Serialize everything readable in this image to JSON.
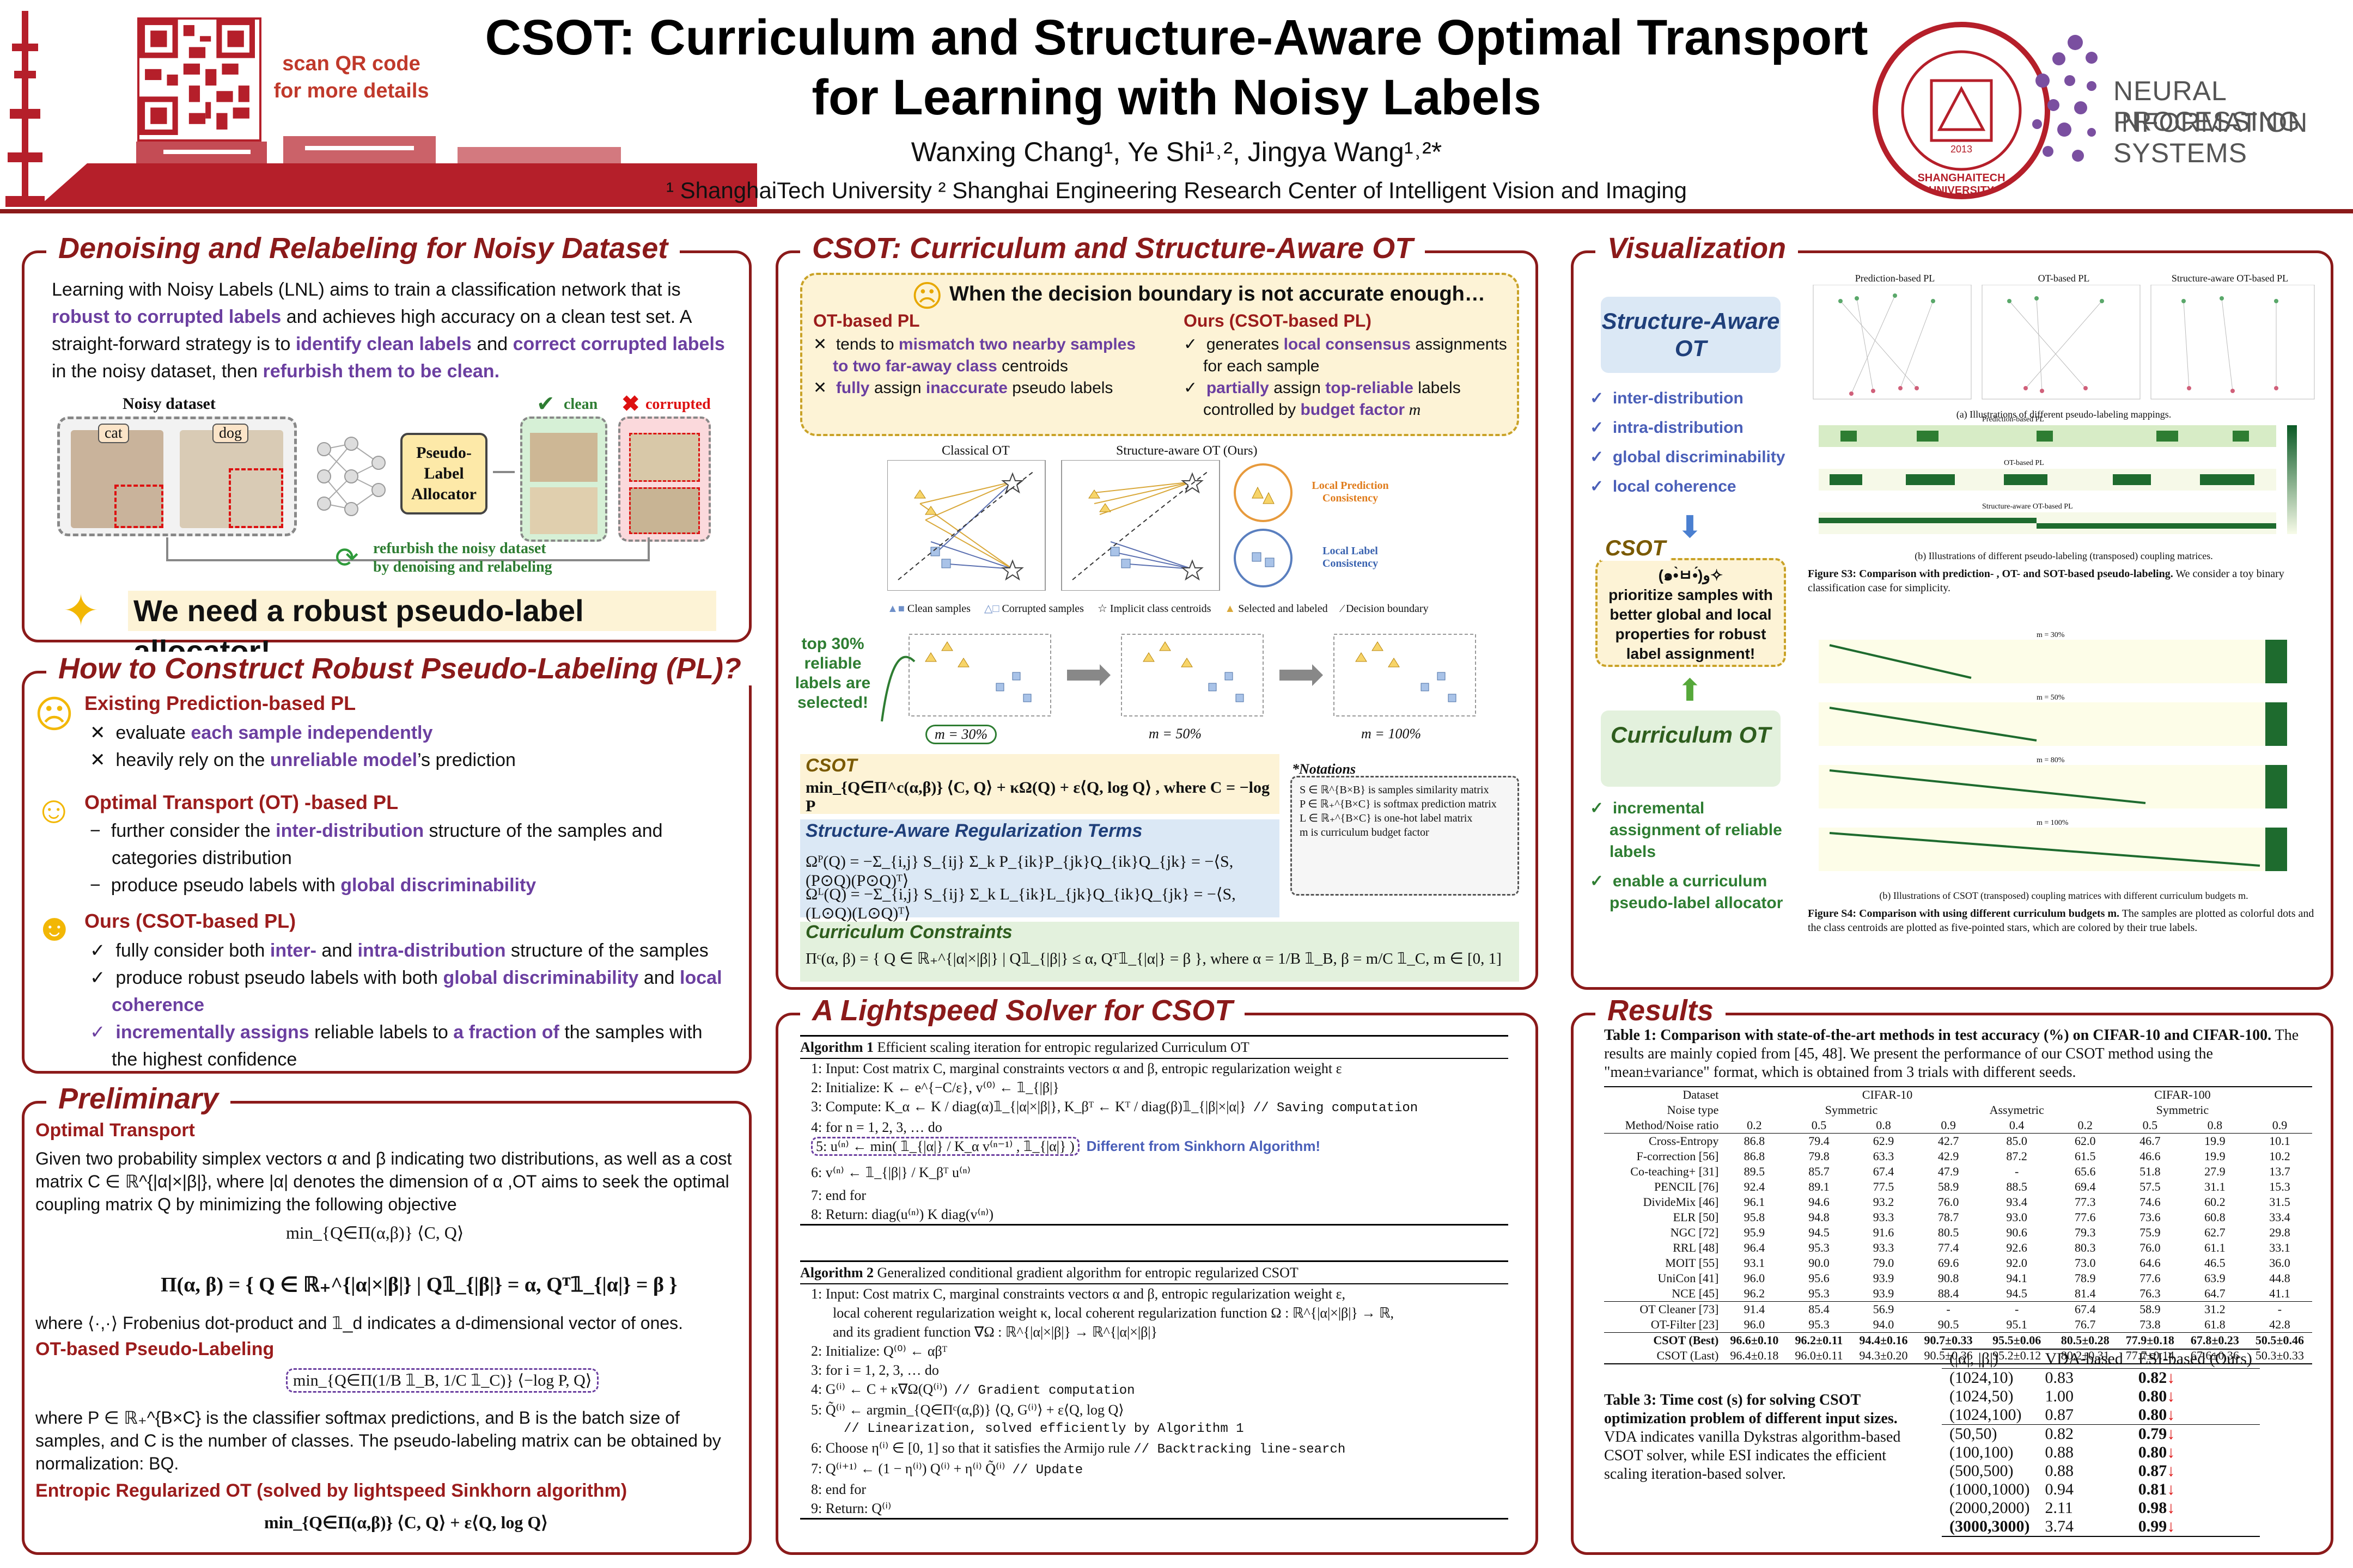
{
  "header": {
    "title_line1": "CSOT: Curriculum and Structure-Aware Optimal Transport",
    "title_line2": "for Learning with Noisy Labels",
    "authors": "Wanxing Chang¹, Ye Shi¹˒², Jingya Wang¹˒²*",
    "affiliations": "¹ ShanghaiTech University  ² Shanghai Engineering Research Center of Intelligent Vision and Imaging",
    "qr_text_1": "scan QR code",
    "qr_text_2": "for more details",
    "logo_university": "SHANGHAITECH UNIVERSITY",
    "logo_university_year": "2013",
    "logo_neurips_1": "NEURAL INFORMATION",
    "logo_neurips_2": "PROCESSING SYSTEMS"
  },
  "denoise": {
    "title": "Denoising and Relabeling for Noisy Dataset",
    "p1a": "Learning with Noisy Labels (LNL) aims to train a classification network that is ",
    "p1b": "robust to corrupted labels",
    "p1c": " and achieves high accuracy on a clean test set.",
    "p2a": "A straight-forward strategy is to ",
    "p2b": "identify clean labels",
    "p2c": " and ",
    "p2d": "correct corrupted labels",
    "p2e": " in the noisy dataset, then ",
    "p2f": "refurbish them to be clean.",
    "fig_noisy": "Noisy dataset",
    "fig_cat": "cat",
    "fig_dog": "dog",
    "fig_allocator": "Pseudo-Label Allocator",
    "fig_clean": "clean",
    "fig_corrupted": "corrupted",
    "fig_refurbish1": "refurbish the noisy dataset",
    "fig_refurbish2": "by denoising and relabeling",
    "banner": "We need a robust pseudo-label allocator!"
  },
  "howto": {
    "title": "How to Construct Robust Pseudo-Labeling (PL)?",
    "s1_title": "Existing Prediction-based PL",
    "s1_b1a": "evaluate ",
    "s1_b1b": "each sample independently",
    "s1_b2a": "heavily rely on the ",
    "s1_b2b": "unreliable model",
    "s1_b2c": "’s prediction",
    "s2_title": "Optimal Transport (OT) -based PL",
    "s2_b1a": "further consider the ",
    "s2_b1b": "inter-distribution",
    "s2_b1c": " structure of the samples and categories distribution",
    "s2_b2a": "produce pseudo labels with ",
    "s2_b2b": "global discriminability",
    "s3_title": "Ours (CSOT-based PL)",
    "s3_b1a": "fully consider both ",
    "s3_b1b": "inter-",
    "s3_b1c": " and ",
    "s3_b1d": "intra-distribution",
    "s3_b1e": " structure of the samples",
    "s3_b2a": "produce robust pseudo labels with both ",
    "s3_b2b": "global discriminability",
    "s3_b2c": " and ",
    "s3_b2d": "local coherence",
    "s3_b3a": "incrementally assigns",
    "s3_b3b": " reliable labels to ",
    "s3_b3c": "a fraction of",
    "s3_b3d": " the samples with the highest confidence"
  },
  "prelim": {
    "title": "Preliminary",
    "ot_title": "Optimal Transport",
    "ot_p1": "Given two probability simplex vectors α and β indicating two distributions, as well as a cost matrix C ∈ ℝ^{|α|×|β|}, where |α| denotes the dimension of α ,OT aims to seek the optimal coupling matrix Q by minimizing the following objective",
    "ot_eq1": "min_{Q∈Π(α,β)} ⟨C, Q⟩",
    "ot_eq2": "Π(α, β) = { Q ∈ ℝ₊^{|α|×|β|} | Q𝟙_{|β|} = α,  Qᵀ𝟙_{|α|} = β }",
    "ot_p2": "where ⟨·,·⟩ Frobenius dot-product and 𝟙_d indicates a d-dimensional vector of ones.",
    "otpl_title": "OT-based Pseudo-Labeling",
    "otpl_eq": "min_{Q∈Π(1/B 𝟙_B, 1/C 𝟙_C)} ⟨−log P, Q⟩",
    "otpl_p": "where P ∈ ℝ₊^{B×C} is the classifier softmax predictions, and B is the batch size of samples, and C is the number of classes. The pseudo-labeling matrix can be obtained by normalization: BQ.",
    "eot_title": "Entropic Regularized OT (solved by lightspeed Sinkhorn algorithm)",
    "eot_eq": "min_{Q∈Π(α,β)} ⟨C, Q⟩ + ε⟨Q, log Q⟩"
  },
  "csot": {
    "title": "CSOT: Curriculum and Structure-Aware OT",
    "q": "When the decision boundary is not accurate enough…",
    "otpl_title": "OT-based PL",
    "otpl_b1a": "tends to ",
    "otpl_b1b": "mismatch two nearby samples to two far-away class",
    "otpl_b1c": " centroids",
    "otpl_b2a": "fully",
    "otpl_b2b": " assign ",
    "otpl_b2c": "inaccurate",
    "otpl_b2d": " pseudo labels",
    "ours_title": "Ours (CSOT-based PL)",
    "ours_b1a": "generates ",
    "ours_b1b": "local consensus",
    "ours_b1c": " assignments for each sample",
    "ours_b2a": "partially",
    "ours_b2b": " assign ",
    "ours_b2c": "top-reliable",
    "ours_b2d": " labels controlled by ",
    "ours_b2e": "budget factor",
    "ours_b2f": " m",
    "fig_classical": "Classical OT",
    "fig_structure": "Structure-aware OT (Ours)",
    "fig_lpc": "Local Prediction Consistency",
    "fig_llc": "Local Label Consistency",
    "legend_1": "Clean samples",
    "legend_2": "Corrupted samples",
    "legend_3": "Implicit class centroids",
    "legend_4": "Selected and labeled",
    "legend_5": "Decision boundary",
    "top30_1": "top 30%",
    "top30_2": "reliable",
    "top30_3": "labels are",
    "top30_4": "selected!",
    "m30": "m = 30%",
    "m50": "m = 50%",
    "m100": "m = 100%",
    "csot_label": "CSOT",
    "csot_eq": "min_{Q∈Π^c(α,β)} ⟨C, Q⟩ + κΩ(Q) + ε⟨Q, log Q⟩ ,  where C = −log P",
    "notations_title": "*Notations",
    "n1": "S ∈ ℝ^{B×B} is samples similarity matrix",
    "n2": "P ∈ ℝ₊^{B×C} is softmax prediction matrix",
    "n3": "L ∈ ℝ₊^{B×C} is one-hot label matrix",
    "n4": "m is curriculum budget factor",
    "sarT_title": "Structure-Aware Regularization Terms",
    "sar_eq1": "Ωᴾ(Q) = −Σ_{i,j} S_{ij} Σ_k P_{ik}P_{jk}Q_{ik}Q_{jk} = −⟨S, (P⊙Q)(P⊙Q)ᵀ⟩",
    "sar_eq2": "Ωᴸ(Q) = −Σ_{i,j} S_{ij} Σ_k L_{ik}L_{jk}Q_{ik}Q_{jk} = −⟨S, (L⊙Q)(L⊙Q)ᵀ⟩",
    "cc_title": "Curriculum Constraints",
    "cc_eq": "Πᶜ(α, β) = { Q ∈ ℝ₊^{|α|×|β|} | Q𝟙_{|β|} ≤ α,  Qᵀ𝟙_{|α|} = β },  where α = 1/B 𝟙_B,   β = m/C 𝟙_C,   m ∈ [0, 1]"
  },
  "solver": {
    "title": "A Lightspeed Solver for CSOT",
    "a1_title": "Algorithm 1",
    "a1_desc": "Efficient scaling iteration for entropic regularized Curriculum OT",
    "a1_l1": "1:  Input: Cost matrix C, marginal constraints vectors α and β, entropic regularization weight ε",
    "a1_l2": "2:  Initialize: K ← e^{−C/ε}, v⁽⁰⁾ ← 𝟙_{|β|}",
    "a1_l3": "3:  Compute: K_α ← K / diag(α)𝟙_{|α|×|β|},  K_βᵀ ← Kᵀ / diag(β)𝟙_{|β|×|α|}",
    "a1_l3c": "// Saving computation",
    "a1_l4": "4:  for n = 1, 2, 3, … do",
    "a1_l5": "5:      u⁽ⁿ⁾ ← min( 𝟙_{|α|} / K_α v⁽ⁿ⁻¹⁾ , 𝟙_{|α|} )",
    "a1_note": "Different from Sinkhorn Algorithm!",
    "a1_l6": "6:      v⁽ⁿ⁾ ← 𝟙_{|β|} / K_βᵀ u⁽ⁿ⁾",
    "a1_l7": "7:  end for",
    "a1_l8": "8:  Return: diag(u⁽ⁿ⁾) K diag(v⁽ⁿ⁾)",
    "a2_title": "Algorithm 2",
    "a2_desc": "Generalized conditional gradient algorithm for entropic regularized CSOT",
    "a2_l1": "1:  Input: Cost matrix C, marginal constraints vectors α and β, entropic regularization weight ε,",
    "a2_l1b": "local coherent regularization weight κ, local coherent regularization function Ω : ℝ^{|α|×|β|} → ℝ,",
    "a2_l1c": "and its gradient function ∇Ω : ℝ^{|α|×|β|} → ℝ^{|α|×|β|}",
    "a2_l2": "2:  Initialize: Q⁽⁰⁾ ← αβᵀ",
    "a2_l3": "3:  for i = 1, 2, 3, … do",
    "a2_l4": "4:      G⁽ⁱ⁾ ← C + κ∇Ω(Q⁽ⁱ⁾)",
    "a2_l4c": "// Gradient computation",
    "a2_l5": "5:      Q̃⁽ⁱ⁾ ← argmin_{Q∈Πᶜ(α,β)} ⟨Q, G⁽ⁱ⁾⟩ + ε⟨Q, log Q⟩",
    "a2_l5c": "// Linearization, solved efficiently by Algorithm 1",
    "a2_l6": "6:      Choose η⁽ⁱ⁾ ∈ [0, 1] so that it satisfies the Armijo rule",
    "a2_l6c": "// Backtracking line-search",
    "a2_l7": "7:      Q⁽ⁱ⁺¹⁾ ← (1 − η⁽ⁱ⁾) Q⁽ⁱ⁾ + η⁽ⁱ⁾ Q̃⁽ⁱ⁾",
    "a2_l7c": "// Update",
    "a2_l8": "8:  end for",
    "a2_l9": "9:  Return: Q⁽ⁱ⁾"
  },
  "viz": {
    "title": "Visualization",
    "sa_title": "Structure-Aware OT",
    "sa_b1": "inter-distribution",
    "sa_b2": "intra-distribution",
    "sa_b3": "global discriminability",
    "sa_b4": "local coherence",
    "csot_label": "CSOT",
    "csot_kaomoji": "(๑•̀ㅂ•́)و✧",
    "csot_text": "prioritize samples with better global and local properties for robust label assignment!",
    "cur_title": "Curriculum OT",
    "cur_b1": "incremental assignment of reliable labels",
    "cur_b2": "enable a curriculum pseudo-label allocator",
    "fig_a_t1": "Prediction-based PL",
    "fig_a_t2": "OT-based PL",
    "fig_a_t3": "Structure-aware OT-based PL",
    "fig_a_cap": "(a) Illustrations of different pseudo-labeling mappings.",
    "fig_b_cap": "(b) Illustrations of different pseudo-labeling (transposed) coupling matrices.",
    "fig_b_r1": "Prediction-based PL",
    "fig_b_r2": "OT-based PL",
    "fig_b_r3": "Structure-aware OT-based PL",
    "figS3_bold": "Figure S3: Comparison with prediction- , OT- and SOT-based pseudo-labeling.",
    "figS3_rest": " We consider a toy binary classification case for simplicity.",
    "fig_c_r1": "m = 30%",
    "fig_c_r2": "m = 50%",
    "fig_c_r3": "m = 80%",
    "fig_c_r4": "m = 100%",
    "fig_c_cap": "(b) Illustrations of CSOT (transposed) coupling matrices with different curriculum budgets m.",
    "figS4_bold": "Figure S4: Comparison with using different curriculum budgets m.",
    "figS4_rest": " The samples are plotted as colorful dots and the class centroids are plotted as five-pointed stars, which are colored by their true labels."
  },
  "results": {
    "title": "Results",
    "t1_caption_bold": "Table 1: Comparison with state-of-the-art methods in test accuracy (%) on CIFAR-10 and CIFAR-100.",
    "t1_caption_rest": " The results are mainly copied from [45, 48]. We present the performance of our CSOT method using the \"mean±variance\" format, which is obtained from 3 trials with different seeds.",
    "t1_h_dataset": "Dataset",
    "t1_h_noise": "Noise type",
    "t1_h_ratio": "Method/Noise ratio",
    "t1_h_c10": "CIFAR-10",
    "t1_h_c100": "CIFAR-100",
    "t1_h_sym": "Symmetric",
    "t1_h_asym": "Assymetric",
    "t1_ratios": [
      "0.2",
      "0.5",
      "0.8",
      "0.9",
      "0.4",
      "0.2",
      "0.5",
      "0.8",
      "0.9"
    ],
    "t1_rows": [
      [
        "Cross-Entropy",
        "86.8",
        "79.4",
        "62.9",
        "42.7",
        "85.0",
        "62.0",
        "46.7",
        "19.9",
        "10.1"
      ],
      [
        "F-correction [56]",
        "86.8",
        "79.8",
        "63.3",
        "42.9",
        "87.2",
        "61.5",
        "46.6",
        "19.9",
        "10.2"
      ],
      [
        "Co-teaching+ [31]",
        "89.5",
        "85.7",
        "67.4",
        "47.9",
        "-",
        "65.6",
        "51.8",
        "27.9",
        "13.7"
      ],
      [
        "PENCIL [76]",
        "92.4",
        "89.1",
        "77.5",
        "58.9",
        "88.5",
        "69.4",
        "57.5",
        "31.1",
        "15.3"
      ],
      [
        "DivideMix [46]",
        "96.1",
        "94.6",
        "93.2",
        "76.0",
        "93.4",
        "77.3",
        "74.6",
        "60.2",
        "31.5"
      ],
      [
        "ELR [50]",
        "95.8",
        "94.8",
        "93.3",
        "78.7",
        "93.0",
        "77.6",
        "73.6",
        "60.8",
        "33.4"
      ],
      [
        "NGC [72]",
        "95.9",
        "94.5",
        "91.6",
        "80.5",
        "90.6",
        "79.3",
        "75.9",
        "62.7",
        "29.8"
      ],
      [
        "RRL [48]",
        "96.4",
        "95.3",
        "93.3",
        "77.4",
        "92.6",
        "80.3",
        "76.0",
        "61.1",
        "33.1"
      ],
      [
        "MOIT [55]",
        "93.1",
        "90.0",
        "79.0",
        "69.6",
        "92.0",
        "73.0",
        "64.6",
        "46.5",
        "36.0"
      ],
      [
        "UniCon [41]",
        "96.0",
        "95.6",
        "93.9",
        "90.8",
        "94.1",
        "78.9",
        "77.6",
        "63.9",
        "44.8"
      ],
      [
        "NCE [45]",
        "96.2",
        "95.3",
        "93.9",
        "88.4",
        "94.5",
        "81.4",
        "76.3",
        "64.7",
        "41.1"
      ]
    ],
    "t1_rows2": [
      [
        "OT Cleaner [73]",
        "91.4",
        "85.4",
        "56.9",
        "-",
        "-",
        "67.4",
        "58.9",
        "31.2",
        "-"
      ],
      [
        "OT-Filter [23]",
        "96.0",
        "95.3",
        "94.0",
        "90.5",
        "95.1",
        "76.7",
        "73.8",
        "61.8",
        "42.8"
      ]
    ],
    "t1_rows3": [
      [
        "CSOT (Best)",
        "96.6±0.10",
        "96.2±0.11",
        "94.4±0.16",
        "90.7±0.33",
        "95.5±0.06",
        "80.5±0.28",
        "77.9±0.18",
        "67.8±0.23",
        "50.5±0.46"
      ],
      [
        "CSOT (Last)",
        "96.4±0.18",
        "96.0±0.11",
        "94.3±0.20",
        "90.5±0.36",
        "95.2±0.12",
        "80.2±0.31",
        "77.7±0.14",
        "67.6±0.36",
        "50.3±0.33"
      ]
    ],
    "t3_caption_bold": "Table 3: Time cost (s) for solving CSOT optimization problem of different input sizes.",
    "t3_caption_rest": " VDA indicates vanilla Dykstras algorithm-based CSOT solver, while ESI indicates the efficient scaling iteration-based solver.",
    "t3_h1": "(|α|, |β|)",
    "t3_h2": "VDA-based",
    "t3_h3": "ESI-based (Ours)",
    "t3_rows": [
      [
        "(1024,10)",
        "0.83",
        "0.82"
      ],
      [
        "(1024,50)",
        "1.00",
        "0.80"
      ],
      [
        "(1024,100)",
        "0.87",
        "0.80"
      ],
      [
        "(50,50)",
        "0.82",
        "0.79"
      ],
      [
        "(100,100)",
        "0.88",
        "0.80"
      ],
      [
        "(500,500)",
        "0.88",
        "0.87"
      ],
      [
        "(1000,1000)",
        "0.94",
        "0.81"
      ],
      [
        "(2000,2000)",
        "2.11",
        "0.98"
      ],
      [
        "(3000,3000)",
        "3.74",
        "0.99"
      ]
    ],
    "t3_arrow": "↓"
  },
  "colors": {
    "dark_red": "#8b1a1a",
    "purple": "#6b3fa0",
    "blue_box": "#dbe8f5",
    "green": "#2e7d32",
    "yellow_box": "#fdf3d6"
  }
}
